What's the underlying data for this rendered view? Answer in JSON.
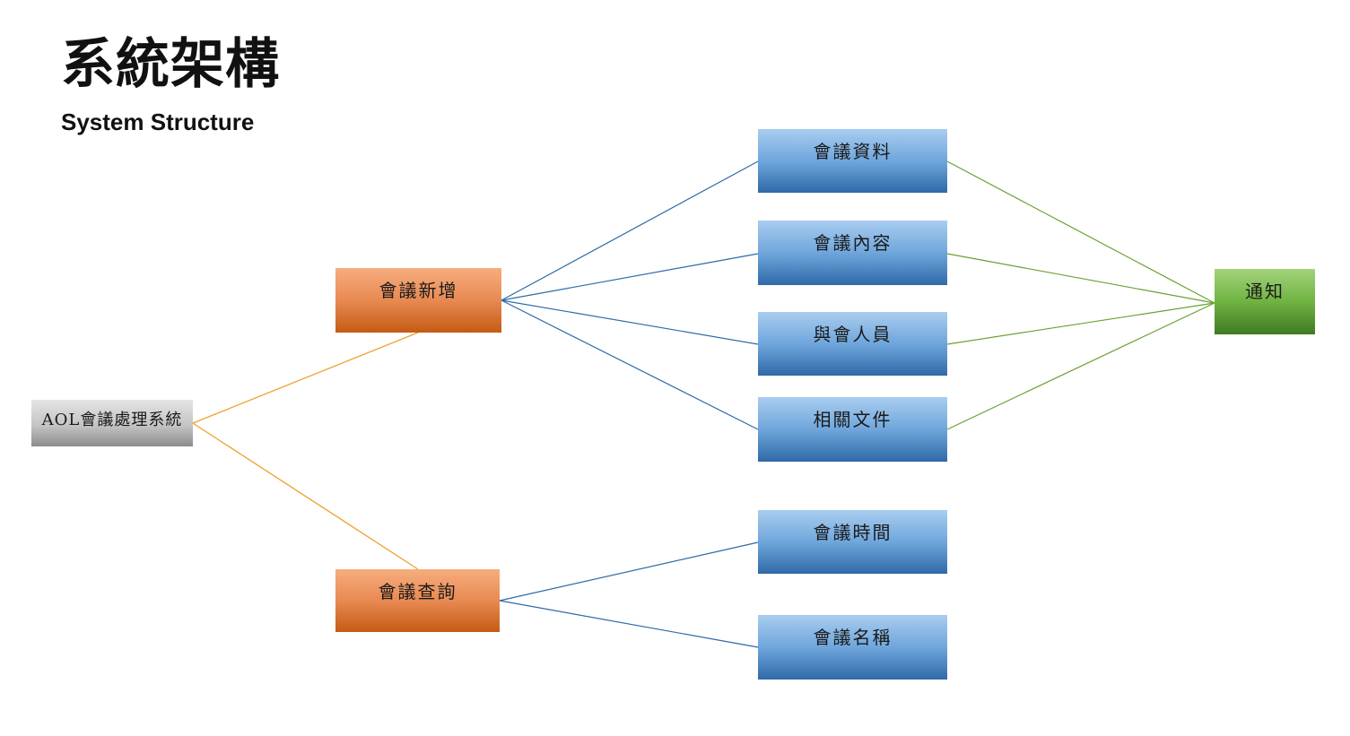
{
  "header": {
    "title": "系統架構",
    "subtitle": "System Structure"
  },
  "diagram": {
    "root": {
      "label": "AOL會議處理系統"
    },
    "branches": [
      {
        "id": "add",
        "label": "會議新增"
      },
      {
        "id": "query",
        "label": "會議查詢"
      }
    ],
    "add_children": [
      {
        "id": "meeting-data",
        "label": "會議資料"
      },
      {
        "id": "meeting-content",
        "label": "會議內容"
      },
      {
        "id": "attendees",
        "label": "與會人員"
      },
      {
        "id": "related-docs",
        "label": "相關文件"
      }
    ],
    "query_children": [
      {
        "id": "meeting-time",
        "label": "會議時間"
      },
      {
        "id": "meeting-name",
        "label": "會議名稱"
      }
    ],
    "sink": {
      "label": "通知"
    }
  },
  "colors": {
    "root": "#a6a6a6",
    "branch": "#e07b39",
    "leaf": "#4a86c8",
    "sink": "#5a9a32",
    "root_connector": "#f0a030",
    "branch_connector": "#2e6aa8",
    "sink_connector": "#6aa032"
  }
}
